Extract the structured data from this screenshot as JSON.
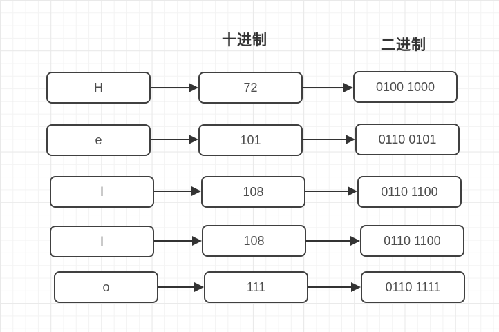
{
  "diagram": {
    "title_implicit": "character to decimal to binary conversion of Hello",
    "headers": {
      "decimal": "十进制",
      "binary": "二进制"
    },
    "colors": {
      "box_border": "#404040",
      "box_fill": "#ffffff",
      "text": "#4d4d4d",
      "header_text": "#333333",
      "arrow": "#333333",
      "grid_minor": "#f3f3f3",
      "grid_major": "#e9e9e9"
    },
    "rows": [
      {
        "char": "H",
        "decimal": "72",
        "binary": "0100 1000"
      },
      {
        "char": "e",
        "decimal": "101",
        "binary": "0110 0101"
      },
      {
        "char": "l",
        "decimal": "108",
        "binary": "0110 1100"
      },
      {
        "char": "l",
        "decimal": "108",
        "binary": "0110 1100"
      },
      {
        "char": "o",
        "decimal": "111",
        "binary": "0110 1111"
      }
    ]
  }
}
